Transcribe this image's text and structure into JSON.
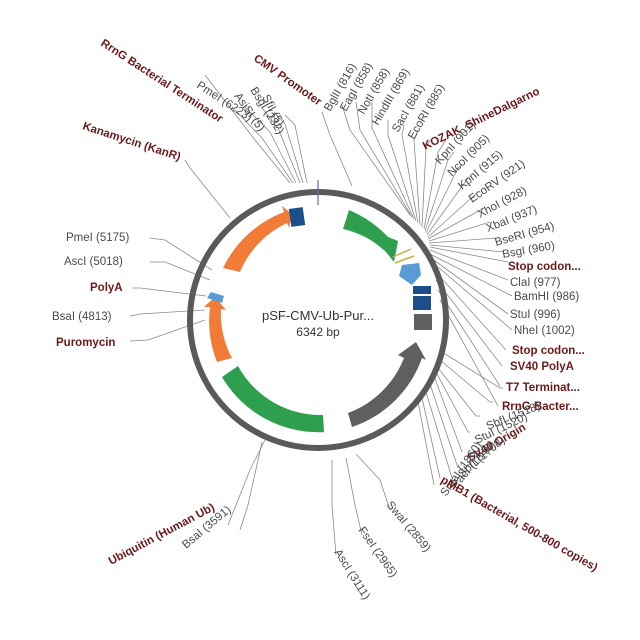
{
  "plasmid": {
    "name": "pSF-CMV-Ub-Pur...",
    "size": "6342 bp"
  },
  "colors": {
    "backbone": "#5a5a5a",
    "resistance": "#f07c37",
    "promoter_ub": "#2e9e4f",
    "origin": "#5f5f5f",
    "terminator": "#1b4f8a",
    "polyA": "#5b9bd5",
    "small_marks": "#c8b040"
  },
  "labels": [
    {
      "id": "rrng-term-1",
      "text": "RrnG Bacterial Terminator",
      "kind": "feature"
    },
    {
      "id": "pmei-6223",
      "text": "PmeI (6223)",
      "kind": "site"
    },
    {
      "id": "asisi-5",
      "text": "AsiSI (5)",
      "kind": "site"
    },
    {
      "id": "bsgi-232",
      "text": "BsgI (232)",
      "kind": "site"
    },
    {
      "id": "sfii-5",
      "text": "SfiI (5)",
      "kind": "site"
    },
    {
      "id": "cmv-promoter",
      "text": "CMV Promoter",
      "kind": "feature"
    },
    {
      "id": "bglii-816",
      "text": "BglII (816)",
      "kind": "site"
    },
    {
      "id": "eagi-858",
      "text": "EagI (858)",
      "kind": "site"
    },
    {
      "id": "noti-858",
      "text": "NotI (858)",
      "kind": "site"
    },
    {
      "id": "hindiii-869",
      "text": "HindIII (869)",
      "kind": "site"
    },
    {
      "id": "saci-881",
      "text": "SacI (881)",
      "kind": "site"
    },
    {
      "id": "ecori-885",
      "text": "EcoRI (885)",
      "kind": "site"
    },
    {
      "id": "kozak",
      "text": "KOZAK_ShineDalgarno",
      "kind": "feature"
    },
    {
      "id": "kpni-901",
      "text": "KpnI (901)",
      "kind": "site"
    },
    {
      "id": "ncoi-905",
      "text": "NcoI (905)",
      "kind": "site"
    },
    {
      "id": "kpni-915",
      "text": "KpnI (915)",
      "kind": "site"
    },
    {
      "id": "ecorv-921",
      "text": "EcoRV (921)",
      "kind": "site"
    },
    {
      "id": "xhoi-928",
      "text": "XhoI (928)",
      "kind": "site"
    },
    {
      "id": "xbai-937",
      "text": "XbaI (937)",
      "kind": "site"
    },
    {
      "id": "bseri-954",
      "text": "BseRI (954)",
      "kind": "site"
    },
    {
      "id": "bsgi-960",
      "text": "BsgI (960)",
      "kind": "site"
    },
    {
      "id": "stop-codon-1",
      "text": "Stop codon...",
      "kind": "feature"
    },
    {
      "id": "clai-977",
      "text": "ClaI (977)",
      "kind": "site"
    },
    {
      "id": "bamhi-986",
      "text": "BamHI (986)",
      "kind": "site"
    },
    {
      "id": "stui-996",
      "text": "StuI (996)",
      "kind": "site"
    },
    {
      "id": "nhei-1002",
      "text": "NheI (1002)",
      "kind": "site"
    },
    {
      "id": "stop-codon-2",
      "text": "Stop codon...",
      "kind": "feature"
    },
    {
      "id": "sv40-polya",
      "text": "SV40 PolyA",
      "kind": "feature"
    },
    {
      "id": "t7-term",
      "text": "T7 Terminat...",
      "kind": "feature"
    },
    {
      "id": "rrng-bacter",
      "text": "RrnG Bacter...",
      "kind": "feature"
    },
    {
      "id": "sbfi-1518",
      "text": "SbfI (1518)",
      "kind": "site"
    },
    {
      "id": "stui-1520",
      "text": "StuI (1520)",
      "kind": "site"
    },
    {
      "id": "sv40-origin",
      "text": "SV40 Origin",
      "kind": "feature"
    },
    {
      "id": "sbfi-1708",
      "text": "SbfI (1708)",
      "kind": "site"
    },
    {
      "id": "paci-1840",
      "text": "PacI (1840)",
      "kind": "site"
    },
    {
      "id": "smai-1860",
      "text": "SmaI (1860)",
      "kind": "site"
    },
    {
      "id": "pmb1",
      "text": "pMB1 (Bacterial, 500-800 copies)",
      "kind": "feature"
    },
    {
      "id": "swai-2859",
      "text": "SwaI (2859)",
      "kind": "site"
    },
    {
      "id": "fsei-2965",
      "text": "FseI (2965)",
      "kind": "site"
    },
    {
      "id": "asci-3111",
      "text": "AscI (3111)",
      "kind": "site"
    },
    {
      "id": "bsai-3591",
      "text": "BsaI (3591)",
      "kind": "site"
    },
    {
      "id": "ubiquitin",
      "text": "Ubiquitin (Human Ub)",
      "kind": "feature"
    },
    {
      "id": "puromycin",
      "text": "Puromycin",
      "kind": "feature"
    },
    {
      "id": "bsai-4813",
      "text": "BsaI (4813)",
      "kind": "site"
    },
    {
      "id": "polya",
      "text": "PolyA",
      "kind": "feature"
    },
    {
      "id": "asci-5018",
      "text": "AscI (5018)",
      "kind": "site"
    },
    {
      "id": "pmei-5175",
      "text": "PmeI (5175)",
      "kind": "site"
    },
    {
      "id": "kanamycin",
      "text": "Kanamycin (KanR)",
      "kind": "feature"
    }
  ]
}
